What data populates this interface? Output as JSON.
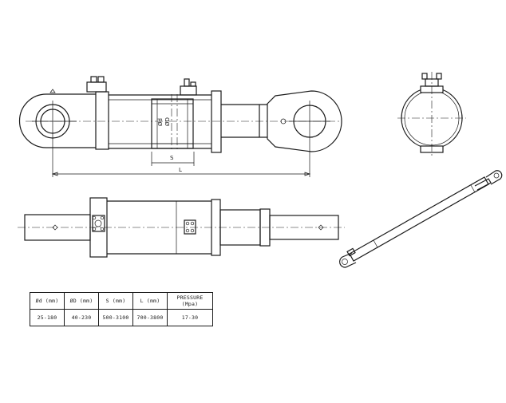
{
  "labels": {
    "stroke_dim": "S",
    "length_dim": "L",
    "rod_dim": "Ød",
    "bore_dim": "ØD"
  },
  "spec_table": {
    "headers": [
      "Ød (mm)",
      "ØD (mm)",
      "S (mm)",
      "L (mm)",
      "PRESSURE (Mpa)"
    ],
    "values": [
      "25-180",
      "40-230",
      "500-3100",
      "700-3800",
      "17-30"
    ]
  }
}
